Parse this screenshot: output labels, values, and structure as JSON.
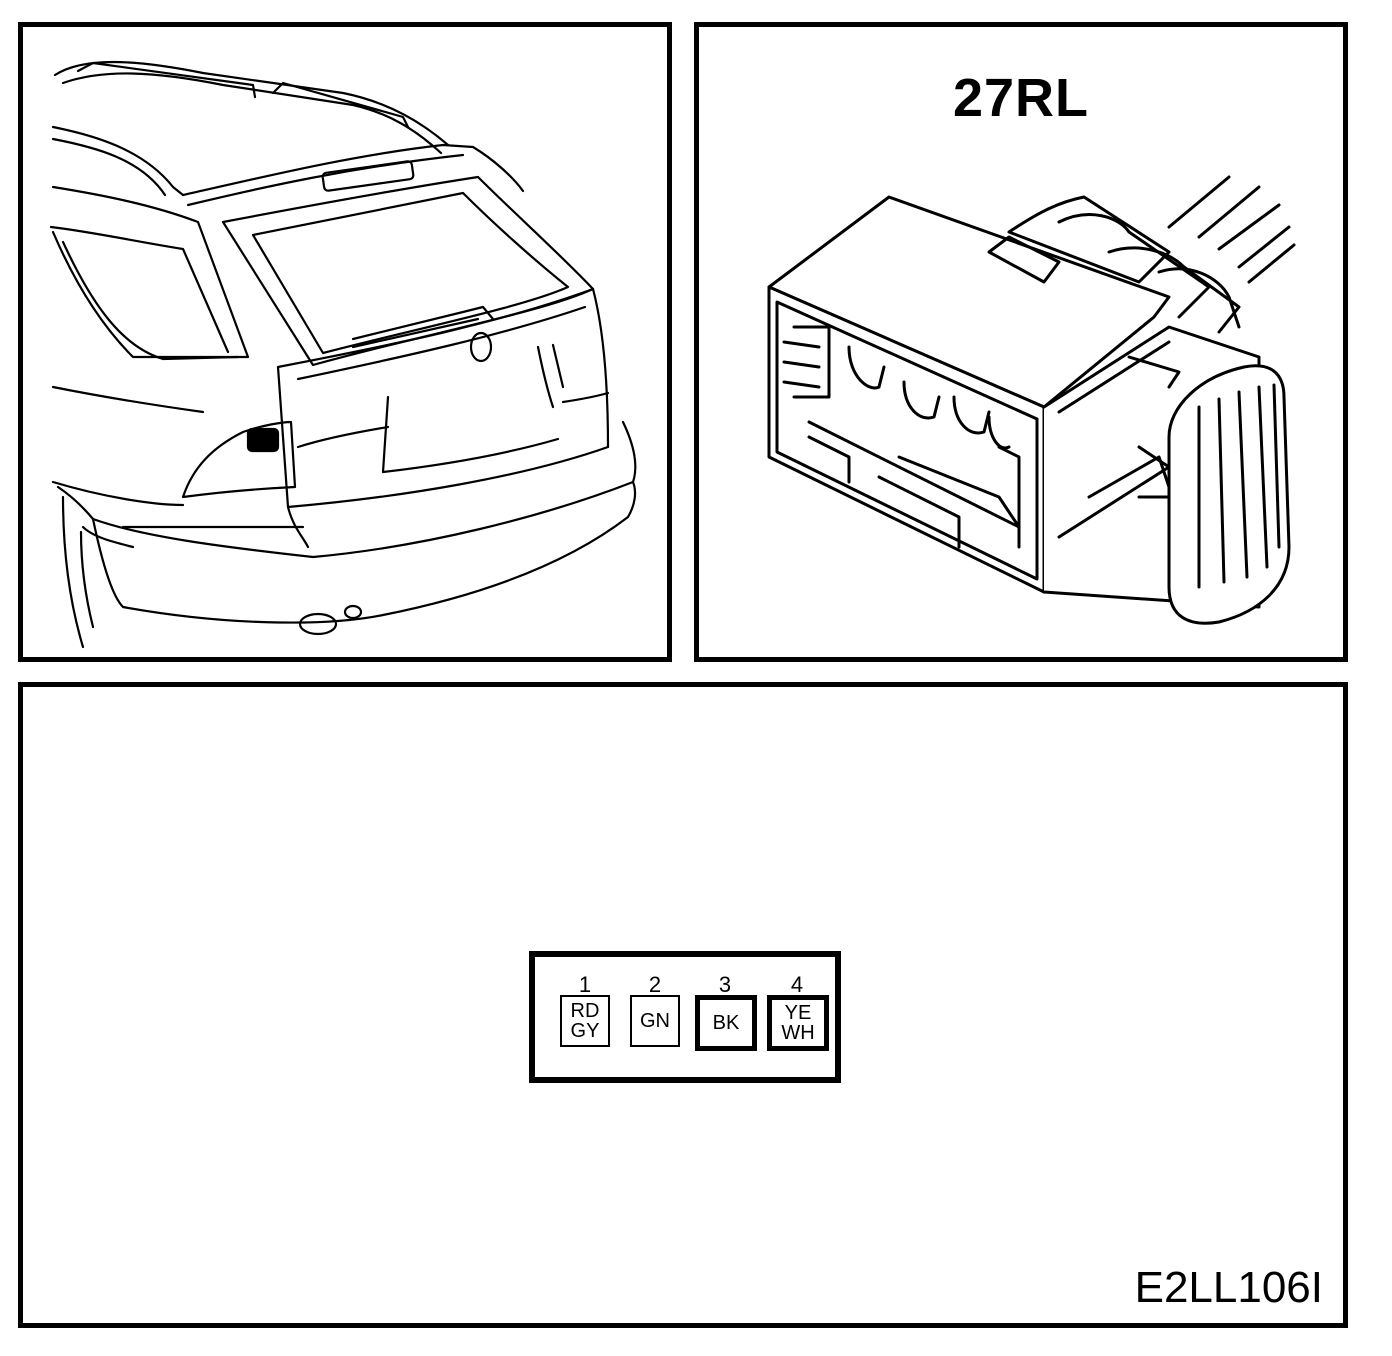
{
  "connector": {
    "id": "27RL"
  },
  "figure_code": "E2LL106I",
  "pins": [
    {
      "number": "1",
      "colors": [
        "RD",
        "GY"
      ]
    },
    {
      "number": "2",
      "colors": [
        "GN"
      ]
    },
    {
      "number": "3",
      "colors": [
        "BK"
      ]
    },
    {
      "number": "4",
      "colors": [
        "YE",
        "WH"
      ]
    }
  ]
}
